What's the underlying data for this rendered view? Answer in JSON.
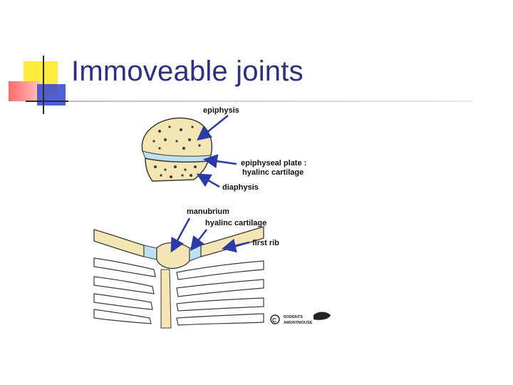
{
  "slide": {
    "title": "Immoveable joints"
  },
  "figure": {
    "labels": {
      "epiphysis": "epiphysis",
      "epiphyseal_plate": "epiphyseal plate :",
      "hyaline_cartilage_1": "hyalinc cartilage",
      "diaphysis": "diaphysis",
      "manubrium": "manubrium",
      "hyaline_cartilage_2": "hyalinc cartilage",
      "first_rib": "first rib"
    },
    "credit": {
      "symbol": "C",
      "line1": "RODENTS",
      "line2": "AMONTMOUSE"
    }
  },
  "colors": {
    "title": "#2e2f7f",
    "arrow": "#2a3aa6",
    "bone": "#f3e6b4",
    "cartilage": "#bfe0ee",
    "outline": "#3a3a3a"
  }
}
